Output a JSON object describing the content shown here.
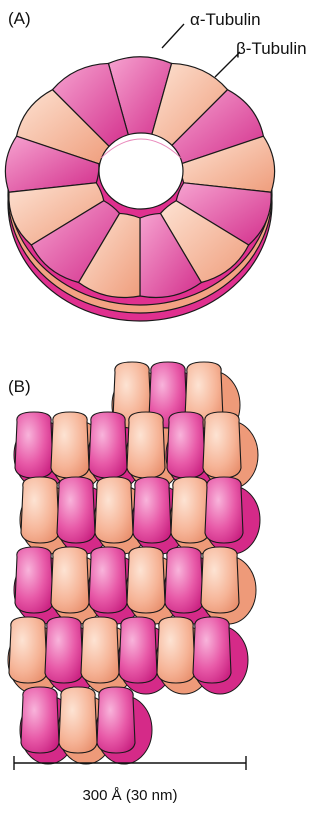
{
  "panel_a": {
    "label": "(A)",
    "alpha_label": "α-Tubulin",
    "beta_label": "β-Tubulin"
  },
  "panel_b": {
    "label": "(B)",
    "scale_label": "300 Å (30 nm)"
  },
  "colors": {
    "alpha": "#e64aa0",
    "alpha_light": "#f5a8d0",
    "beta": "#f2a07f",
    "beta_light": "#fcd9c7",
    "outline": "#1a1a1a"
  }
}
